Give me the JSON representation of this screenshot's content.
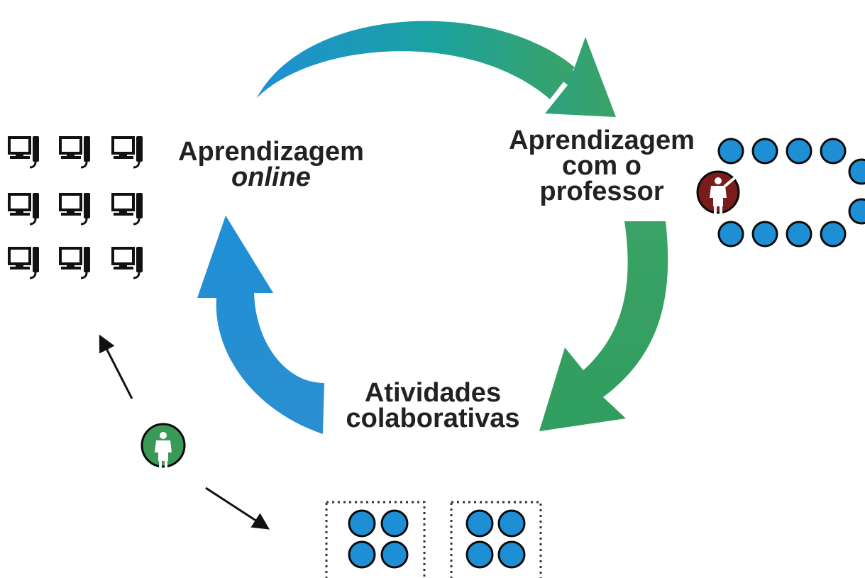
{
  "labels": {
    "online_line1": "Aprendizagem",
    "online_line2": "online",
    "teacher_line1": "Aprendizagem",
    "teacher_line2": "com o",
    "teacher_line3": "professor",
    "collab_line1": "Atividades",
    "collab_line2": "colaborativas"
  },
  "colors": {
    "blue": "#1f8fd6",
    "green": "#3aa266",
    "teal": "#1aa2a0",
    "student_fill": "#1e8fd4",
    "teacher_circle": "#7a1c1c",
    "student_figure_circle": "#3a9a55",
    "text": "#222222"
  },
  "icons": {
    "computer": "computer-workstation-icon",
    "student_seat": "student-seat-icon",
    "teacher": "teacher-figure-icon",
    "student_figure": "student-figure-icon",
    "arrow": "arrow-icon"
  }
}
